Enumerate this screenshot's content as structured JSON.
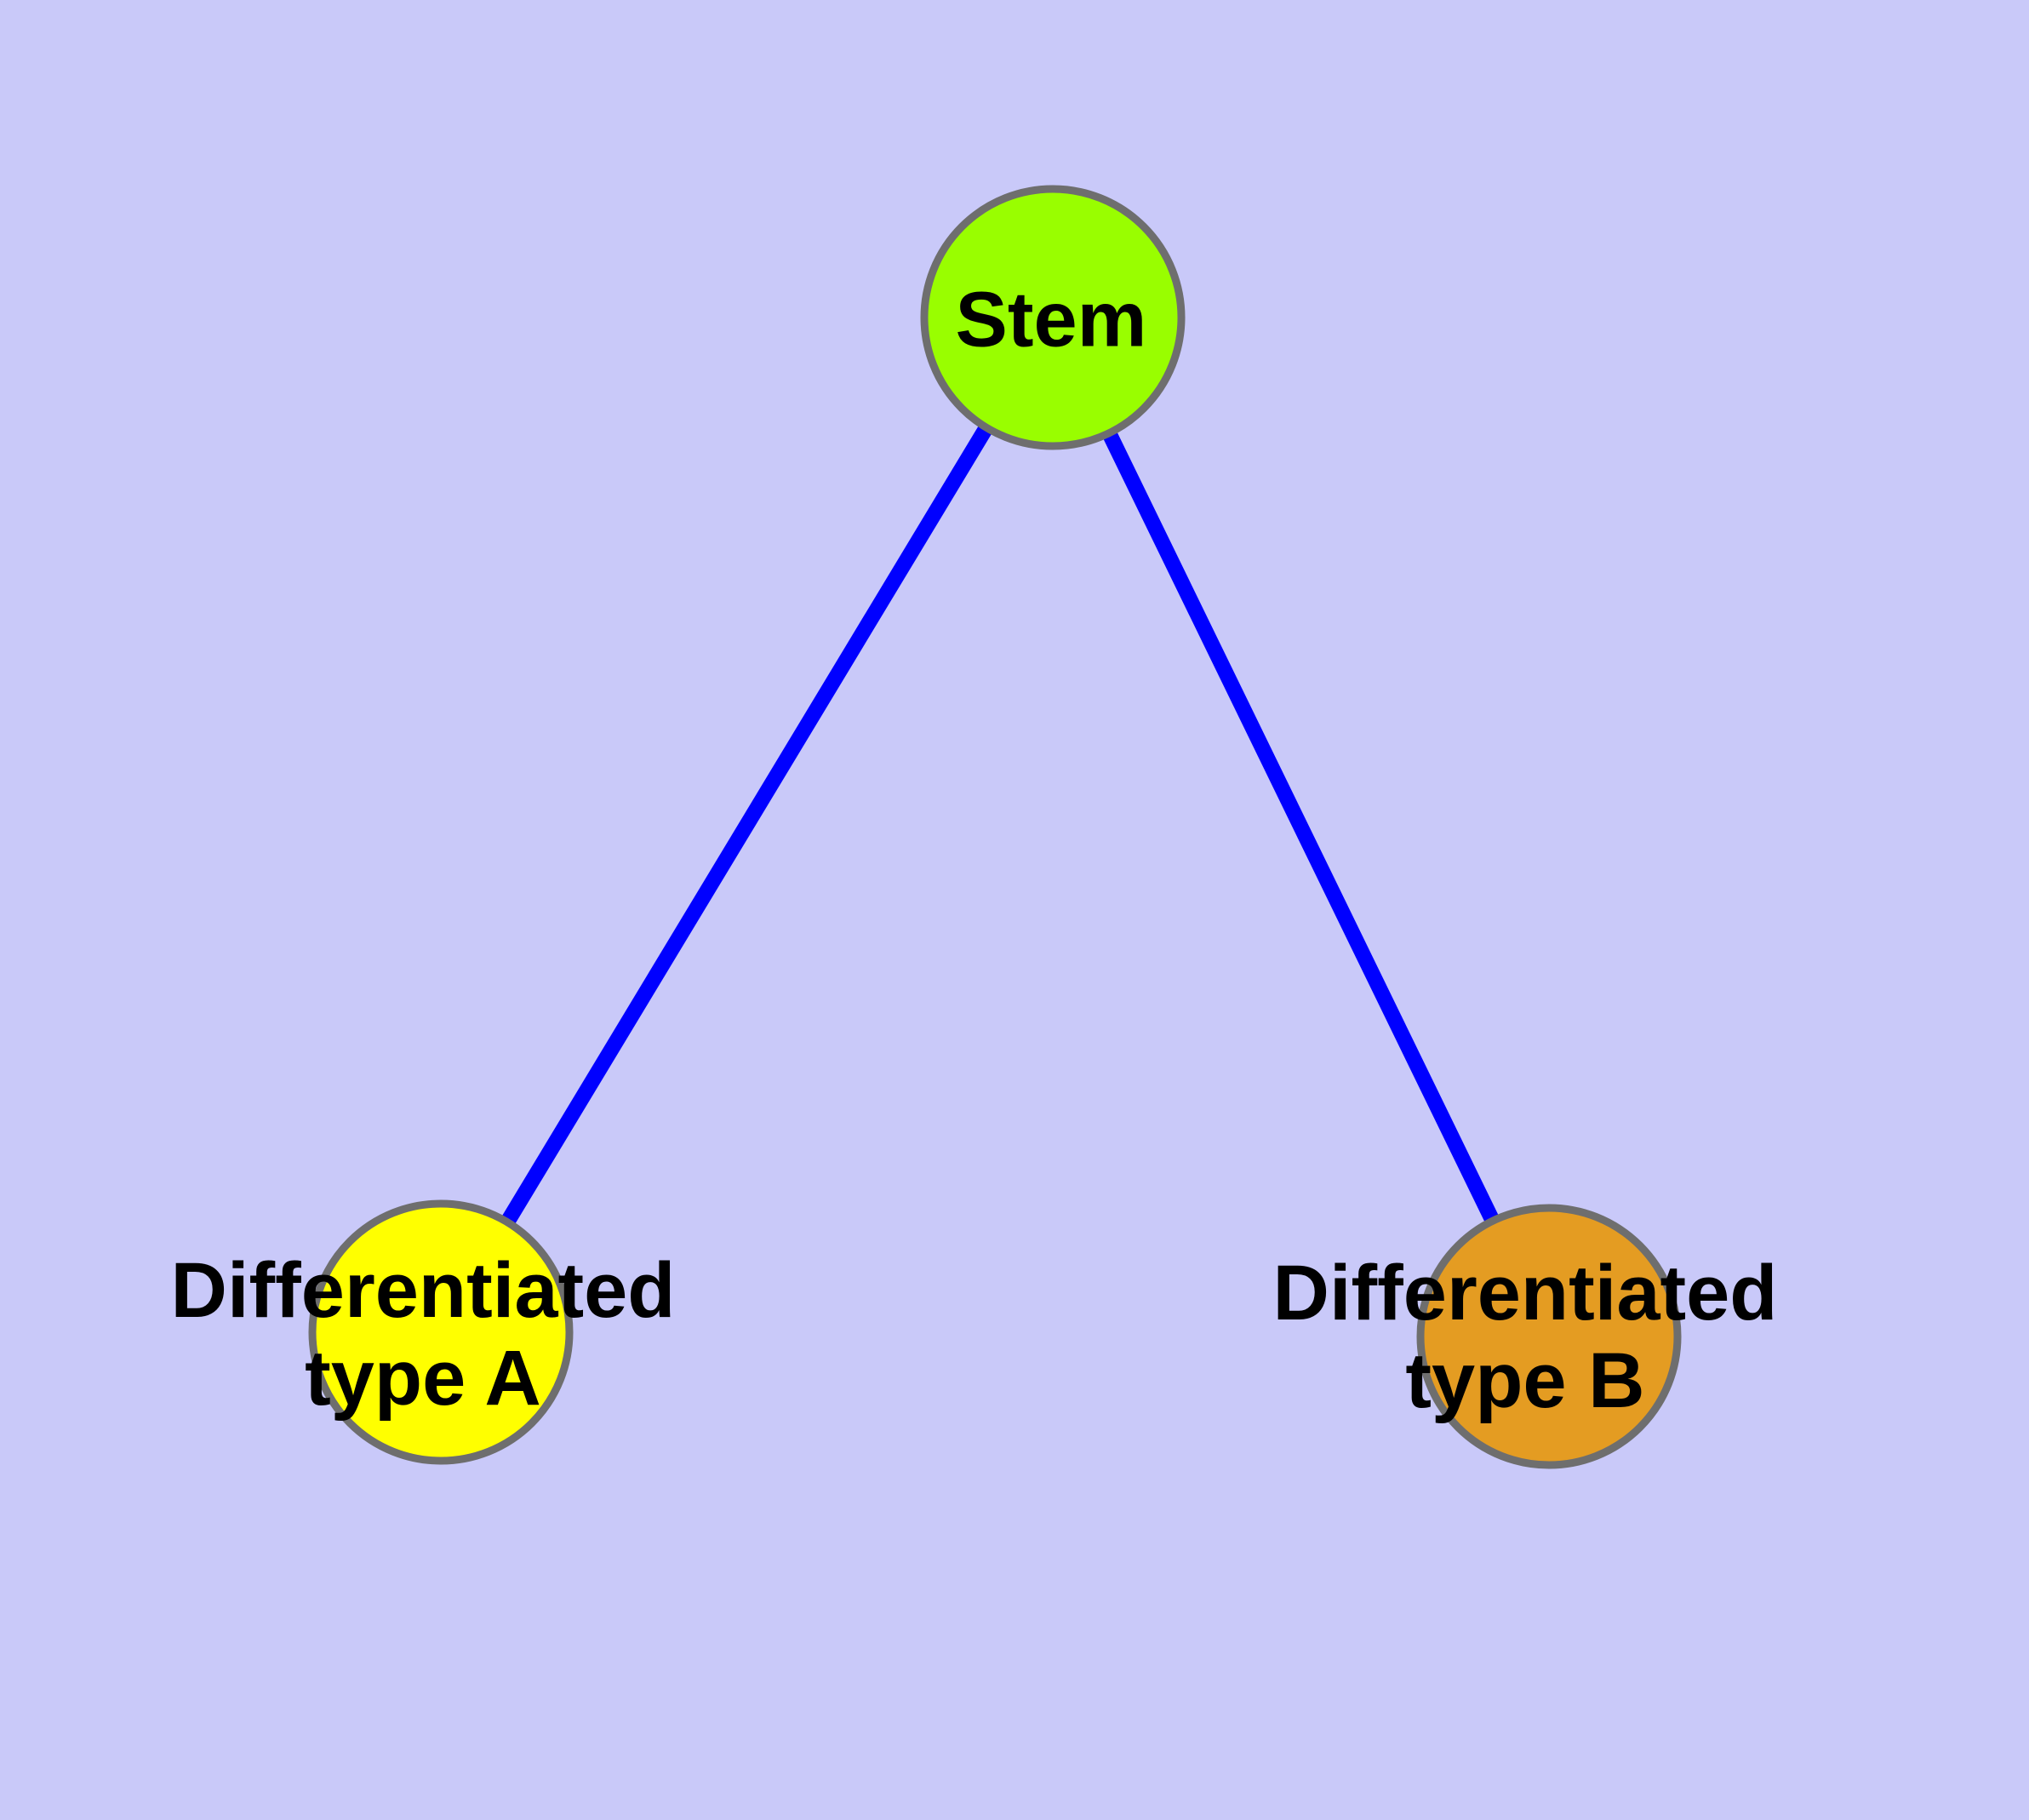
{
  "diagram": {
    "type": "graph",
    "background_color": "#C9C9F9",
    "edge_color": "#0000FF",
    "node_border_color": "#6E6E6E",
    "label_color": "#000000",
    "nodes": [
      {
        "id": "stem",
        "label": "Stem",
        "label_lines": [
          "Stem"
        ],
        "color": "#99FE00"
      },
      {
        "id": "type-a",
        "label": "Differentiated type A",
        "label_lines": [
          "Differentiated",
          "type A"
        ],
        "color": "#FFFF00"
      },
      {
        "id": "type-b",
        "label": "Differentiated type B",
        "label_lines": [
          "Differentiated",
          "type B"
        ],
        "color": "#E49C22"
      }
    ],
    "edges": [
      {
        "source": "Stem",
        "target": "Differentiated type A"
      },
      {
        "source": "Stem",
        "target": "Differentiated type B"
      }
    ]
  }
}
